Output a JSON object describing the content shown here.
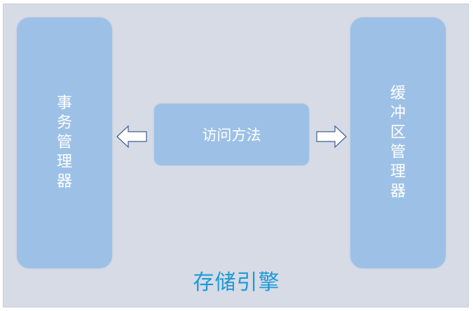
{
  "diagram": {
    "left_component": "事务管理器",
    "center_component": "访问方法",
    "right_component": "缓冲区管理器",
    "caption": "存储引擎"
  },
  "colors": {
    "background": "#d6dbe6",
    "box_fill": "#9dc1e6",
    "box_text": "#ffffff",
    "caption": "#1e9ad6",
    "arrow_stroke": "#3f5f8f"
  },
  "icons": {
    "left_arrow": "hollow-left-arrow",
    "right_arrow": "hollow-right-arrow"
  }
}
